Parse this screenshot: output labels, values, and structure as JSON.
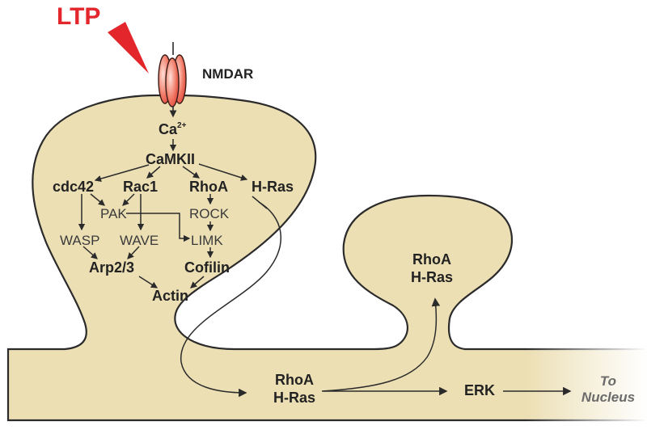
{
  "labels": {
    "ltp": "LTP",
    "nmdar": "NMDAR",
    "ca": "Ca",
    "ca_sup": "2+",
    "camkii": "CaMKII",
    "cdc42": "cdc42",
    "rac1": "Rac1",
    "rhoa": "RhoA",
    "hras": "H-Ras",
    "pak": "PAK",
    "rock": "ROCK",
    "wasp": "WASP",
    "wave": "WAVE",
    "limk": "LIMK",
    "arp23": "Arp2/3",
    "cofilin": "Cofilin",
    "actin": "Actin",
    "spine2_rhoa": "RhoA",
    "spine2_hras": "H-Ras",
    "dendrite_rhoa": "RhoA",
    "dendrite_hras": "H-Ras",
    "erk": "ERK",
    "to": "To",
    "nucleus": "Nucleus"
  },
  "colors": {
    "cell_fill": "#ecdfb4",
    "cell_stroke": "#2b2b2b",
    "ltp_red": "#e3262b",
    "receptor_red": "#e5473d",
    "arrow": "#2b2b2b"
  }
}
